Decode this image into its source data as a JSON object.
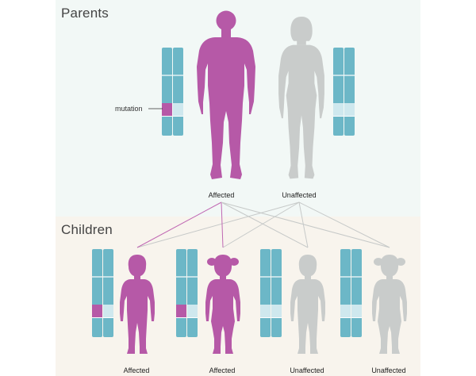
{
  "parents": {
    "title": "Parents",
    "mutation_label": "mutation",
    "parent1": {
      "status": "Affected"
    },
    "parent2": {
      "status": "Unaffected"
    }
  },
  "children": {
    "title": "Children",
    "items": [
      {
        "status": "Affected",
        "sex": "boy",
        "inherits_mutation": true
      },
      {
        "status": "Affected",
        "sex": "girl",
        "inherits_mutation": true
      },
      {
        "status": "Unaffected",
        "sex": "boy",
        "inherits_mutation": false
      },
      {
        "status": "Unaffected",
        "sex": "girl",
        "inherits_mutation": false
      }
    ]
  },
  "colors": {
    "affected": "#b659a7",
    "unaffected": "#c9cccb",
    "chromosome": "#6cb7c7",
    "chromosome_band": "#cfe8ee",
    "mutation": "#b659a7",
    "line_affected": "#c068b3",
    "line_unaffected": "#c6c9c8",
    "parents_bg": "#f2f8f6",
    "children_bg": "#f8f4ed"
  }
}
